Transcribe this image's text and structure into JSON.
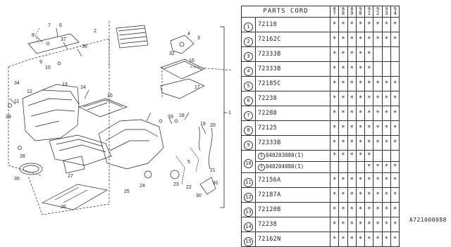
{
  "table": {
    "header": {
      "label": "PARTS CORD",
      "years": [
        "8\n7",
        "8\n8",
        "8\n9",
        "9\n0",
        "9\n1",
        "9\n2",
        "9\n3",
        "9\n4"
      ]
    },
    "rows": [
      {
        "num": "1",
        "code": "72110",
        "marks": [
          1,
          1,
          1,
          1,
          1,
          1,
          1,
          1
        ]
      },
      {
        "num": "2",
        "code": "72162C",
        "marks": [
          1,
          1,
          1,
          1,
          1,
          1,
          1,
          1
        ]
      },
      {
        "num": "3",
        "code": "72333B",
        "marks": [
          1,
          1,
          1,
          1,
          1,
          0,
          0,
          0
        ]
      },
      {
        "num": "4",
        "code": "72333B",
        "marks": [
          1,
          1,
          1,
          1,
          1,
          0,
          0,
          0
        ]
      },
      {
        "num": "5",
        "code": "72185C",
        "marks": [
          1,
          1,
          1,
          1,
          1,
          1,
          1,
          1
        ]
      },
      {
        "num": "6",
        "code": "72238",
        "marks": [
          1,
          1,
          1,
          1,
          1,
          1,
          1,
          1
        ]
      },
      {
        "num": "7",
        "code": "72288",
        "marks": [
          1,
          1,
          1,
          1,
          1,
          1,
          1,
          1
        ]
      },
      {
        "num": "8",
        "code": "72125",
        "marks": [
          1,
          1,
          1,
          1,
          1,
          1,
          1,
          1
        ]
      },
      {
        "num": "9",
        "code": "72333B",
        "marks": [
          1,
          1,
          1,
          1,
          1,
          1,
          1,
          1
        ]
      },
      {
        "num": "10",
        "sub": [
          {
            "prefix": "S",
            "code": "040203080(1)",
            "marks": [
              1,
              1,
              1,
              1,
              1,
              0,
              0,
              0
            ]
          },
          {
            "prefix": "S",
            "code": "040204080(1)",
            "marks": [
              0,
              0,
              0,
              0,
              1,
              1,
              1,
              1
            ]
          }
        ]
      },
      {
        "num": "11",
        "code": "72156A",
        "marks": [
          1,
          1,
          1,
          1,
          1,
          1,
          1,
          1
        ]
      },
      {
        "num": "12",
        "code": "72187A",
        "marks": [
          1,
          1,
          1,
          1,
          1,
          1,
          1,
          1
        ]
      },
      {
        "num": "13",
        "code": "72120B",
        "marks": [
          1,
          1,
          1,
          1,
          1,
          1,
          1,
          1
        ]
      },
      {
        "num": "14",
        "code": "72238",
        "marks": [
          1,
          1,
          1,
          1,
          1,
          1,
          1,
          1
        ]
      },
      {
        "num": "15",
        "code": "72162N",
        "marks": [
          1,
          1,
          1,
          1,
          1,
          1,
          1,
          1
        ]
      }
    ],
    "mark_symbol": "*"
  },
  "diagram": {
    "callouts": [
      "8",
      "7",
      "6",
      "37",
      "36",
      "9",
      "10",
      "2",
      "4",
      "3",
      "32",
      "16",
      "17",
      "13",
      "14",
      "15",
      "12",
      "34",
      "11",
      "29",
      "33",
      "18",
      "1",
      "19",
      "20",
      "5",
      "21",
      "22",
      "23",
      "24",
      "25",
      "26",
      "27",
      "28",
      "30",
      "31",
      "35"
    ]
  },
  "footer": {
    "code": "A721000088"
  }
}
